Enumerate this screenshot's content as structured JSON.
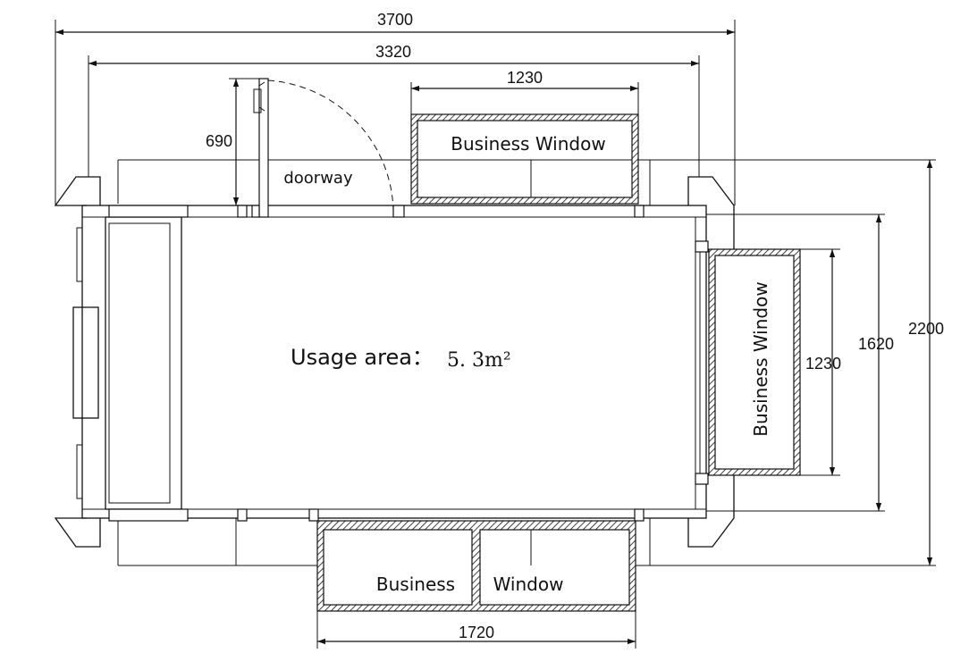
{
  "dimensions": {
    "overall_width": "3700",
    "inner_width": "3320",
    "top_window_width": "1230",
    "door_depth": "690",
    "overall_depth": "2200",
    "inner_depth": "1620",
    "side_window_width": "1230",
    "bottom_window_width": "1720"
  },
  "labels": {
    "doorway": "doorway",
    "top_window": "Business Window",
    "side_window": "Business Window",
    "bottom_window_left": "Business",
    "bottom_window_right": "Window",
    "usage_area_label": "Usage area：",
    "usage_area_value": "5. 3m²"
  }
}
